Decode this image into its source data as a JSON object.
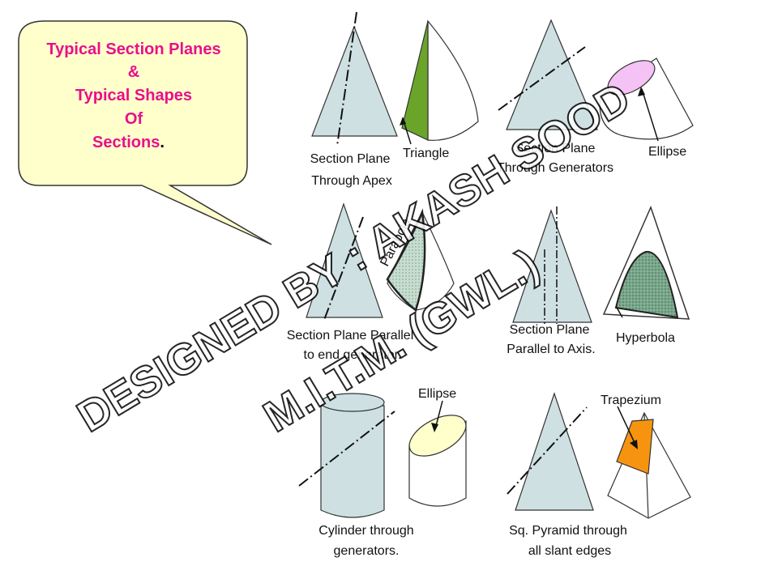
{
  "callout": {
    "title_lines": [
      "Typical Section Planes",
      "&",
      "Typical Shapes",
      "Of",
      "Sections"
    ],
    "final_period": "."
  },
  "labels": {
    "apex_plane": [
      "Section Plane",
      "Through Apex"
    ],
    "triangle": "Triangle",
    "generators_plane": [
      "Section Plane",
      "Through Generators"
    ],
    "ellipse_top": "Ellipse",
    "parabola": "Parabola",
    "parallel_end_gen": [
      "Section Plane Parallel",
      "to end generator."
    ],
    "parallel_axis": [
      "Section Plane",
      "Parallel to Axis."
    ],
    "hyperbola": "Hyperbola",
    "ellipse_cyl": "Ellipse",
    "cylinder": [
      "Cylinder through",
      "generators."
    ],
    "trapezium": "Trapezium",
    "pyramid": [
      "Sq. Pyramid through",
      "all slant edges"
    ]
  },
  "watermark": {
    "line1": "DESIGNED BY : AKASH SOOD",
    "line2": "M.I.T.M. (GWL.)"
  },
  "colors": {
    "cone_fill": "#cfe0e3",
    "callout_fill": "#ffffcc",
    "title_pink": "#e8108a",
    "triangle_green": "#6aa52a",
    "ellipse_pink": "#f4c2f4",
    "section_green": "#7aa88c",
    "cyl_ellipse": "#ffffcc",
    "trapezium_orange": "#f7940f"
  }
}
